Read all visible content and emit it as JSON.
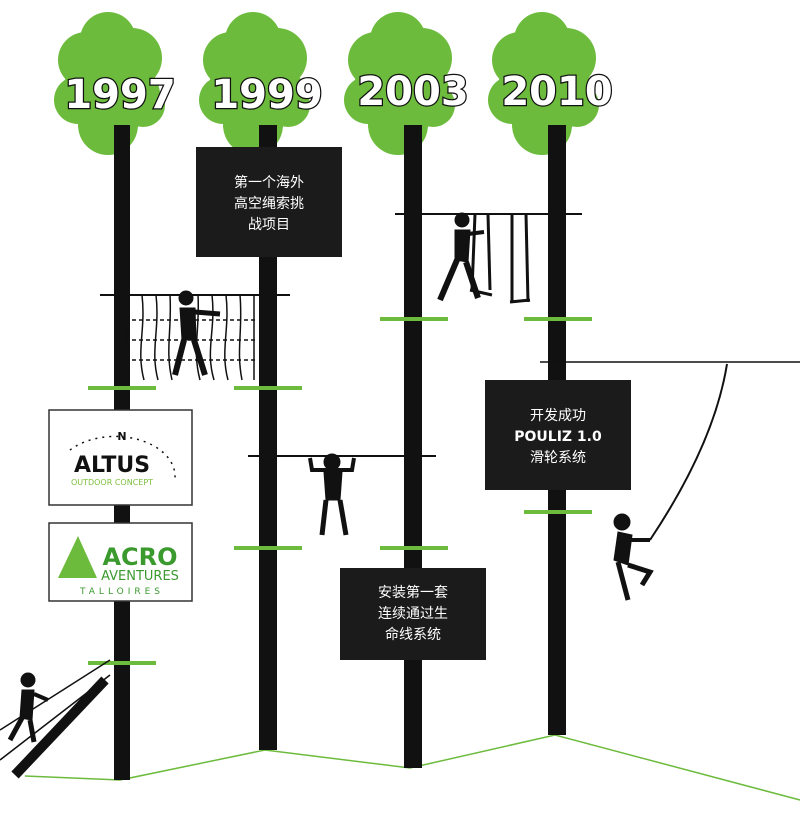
{
  "colors": {
    "tree_green": "#6cbb3c",
    "trunk": "#111111",
    "box": "#1b1b1b"
  },
  "timeline": [
    {
      "year": "1997"
    },
    {
      "year": "1999",
      "caption_lines": [
        "第一个海外",
        "高空绳索挑",
        "战项目"
      ]
    },
    {
      "year": "2003",
      "caption_lines": [
        "安装第一套",
        "连续通过生",
        "命线系统"
      ]
    },
    {
      "year": "2010",
      "caption_lines": [
        "开发成功",
        "POULIZ 1.0",
        "滑轮系统"
      ]
    }
  ],
  "logos": {
    "altus": {
      "name": "ALTUS",
      "tagline": "OUTDOOR CONCEPT",
      "compass": "N"
    },
    "acro": {
      "name": "ACRO",
      "line2": "AVENTURES",
      "line3": "TALLOIRES"
    }
  }
}
